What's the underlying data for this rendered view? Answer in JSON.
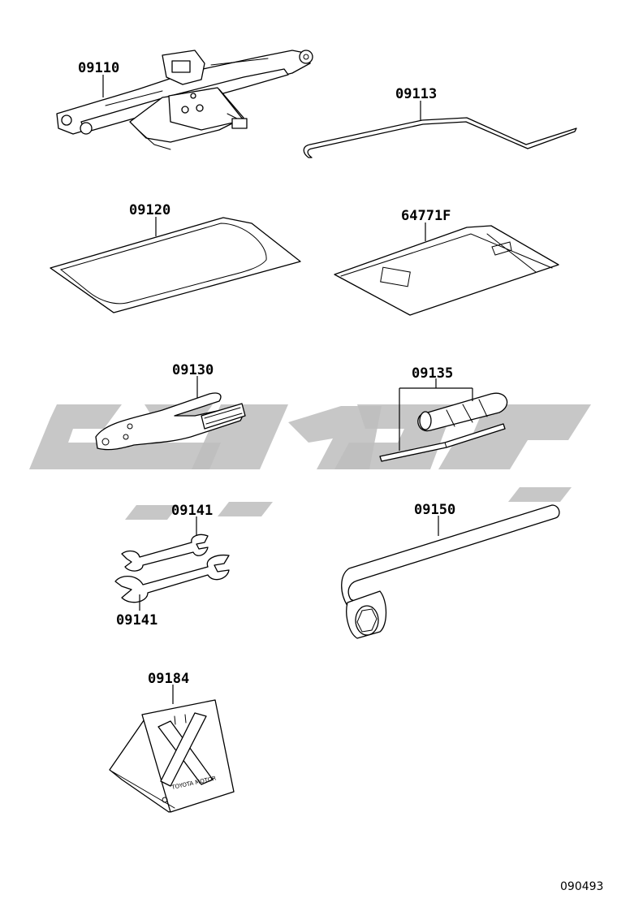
{
  "parts": [
    {
      "id": "jack",
      "label": "09110"
    },
    {
      "id": "jack-handle",
      "label": "09113"
    },
    {
      "id": "tool-bag",
      "label": "09120"
    },
    {
      "id": "manual-pouch",
      "label": "64771F"
    },
    {
      "id": "pliers",
      "label": "09130"
    },
    {
      "id": "screwdriver",
      "label": "09135"
    },
    {
      "id": "wrench-upper",
      "label": "09141"
    },
    {
      "id": "wrench-lower",
      "label": "09141"
    },
    {
      "id": "wheel-nut-wrench",
      "label": "09150"
    },
    {
      "id": "warning-triangle-chock",
      "label": "09184"
    }
  ],
  "chock_marking": "TOYOTA MOTOR",
  "figure_number": "090493",
  "watermark": {
    "color": "#bdbdbd"
  }
}
